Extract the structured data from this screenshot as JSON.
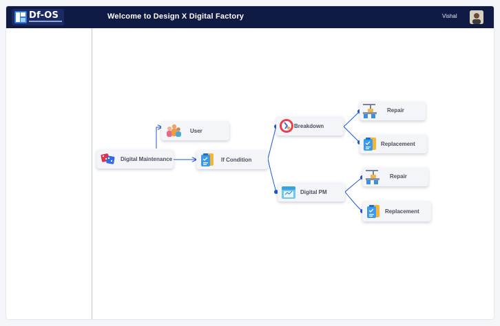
{
  "app": {
    "logo_text": "Df-OS",
    "title": "Welcome to Design X Digital Factory",
    "user_name": "Vishal"
  },
  "flow": {
    "nodes": {
      "digital_maintenance": "Digital Maintenance",
      "user": "User",
      "if_condition": "If Condition",
      "breakdown": "Breakdown",
      "digital_pm": "Digital PM",
      "repair_1": "Repair",
      "replacement_1": "Replacement",
      "repair_2": "Repair",
      "replacement_2": "Replacement"
    }
  },
  "colors": {
    "header": "#0f1b45",
    "accent": "#1a56db",
    "node_bg": "#f3f5f9"
  },
  "icons": [
    "dice-icon",
    "users-icon",
    "clipboard-check-icon",
    "breakdown-icon",
    "calendar-pm-icon",
    "repair-machine-icon"
  ]
}
